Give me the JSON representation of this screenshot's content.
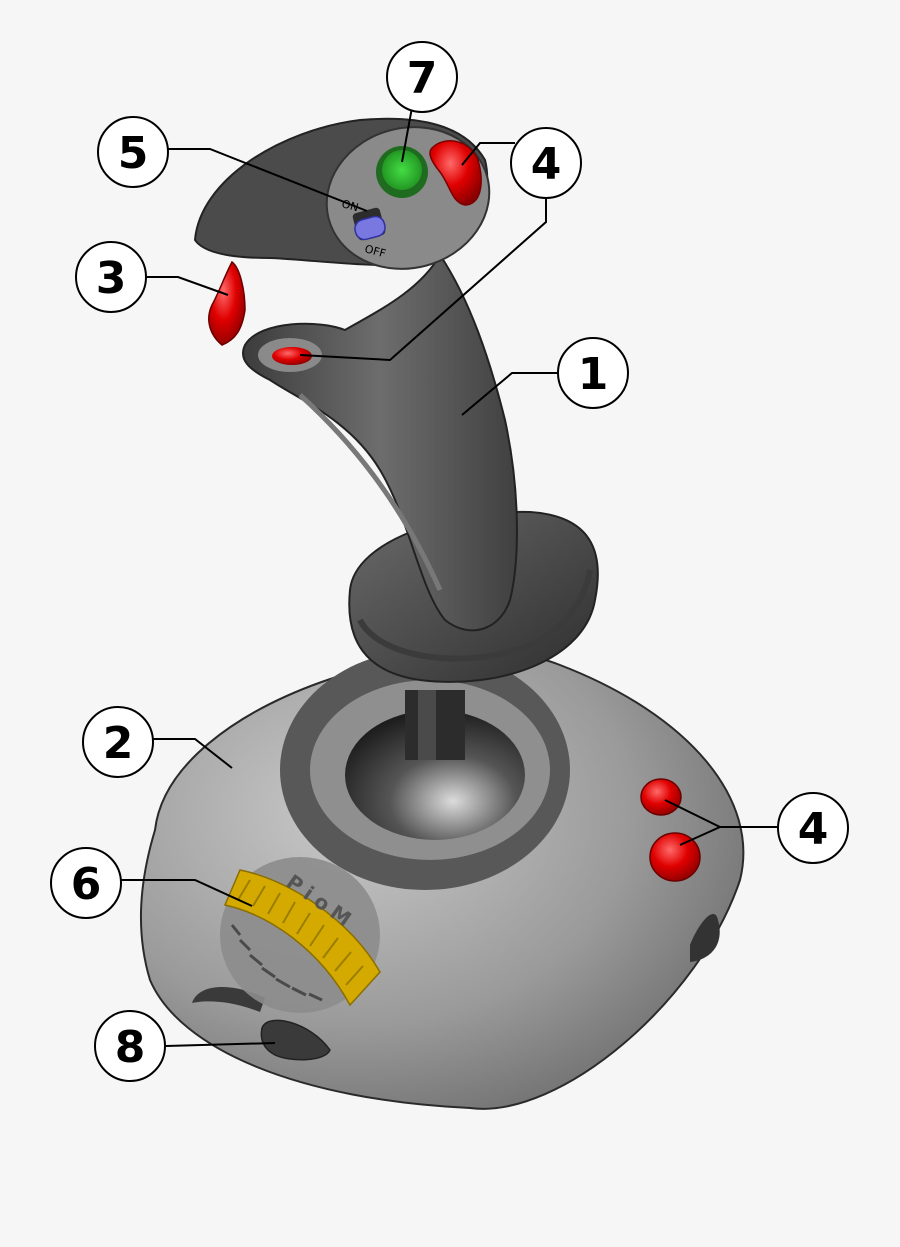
{
  "diagram": {
    "switch": {
      "on_label": "ON",
      "off_label": "OFF"
    },
    "brand": "PioM",
    "callouts": [
      {
        "id": "c7",
        "number": "7"
      },
      {
        "id": "c5",
        "number": "5"
      },
      {
        "id": "c4a",
        "number": "4"
      },
      {
        "id": "c3",
        "number": "3"
      },
      {
        "id": "c1",
        "number": "1"
      },
      {
        "id": "c2",
        "number": "2"
      },
      {
        "id": "c4b",
        "number": "4"
      },
      {
        "id": "c6",
        "number": "6"
      },
      {
        "id": "c8",
        "number": "8"
      }
    ]
  },
  "colors": {
    "background": "#f6f6f6",
    "body_gray": "#5a5a5a",
    "red_button": "#d40000",
    "green_button": "#2fa82f",
    "switch_blue": "#6f6fe0",
    "wheel_yellow": "#d4aa00"
  }
}
